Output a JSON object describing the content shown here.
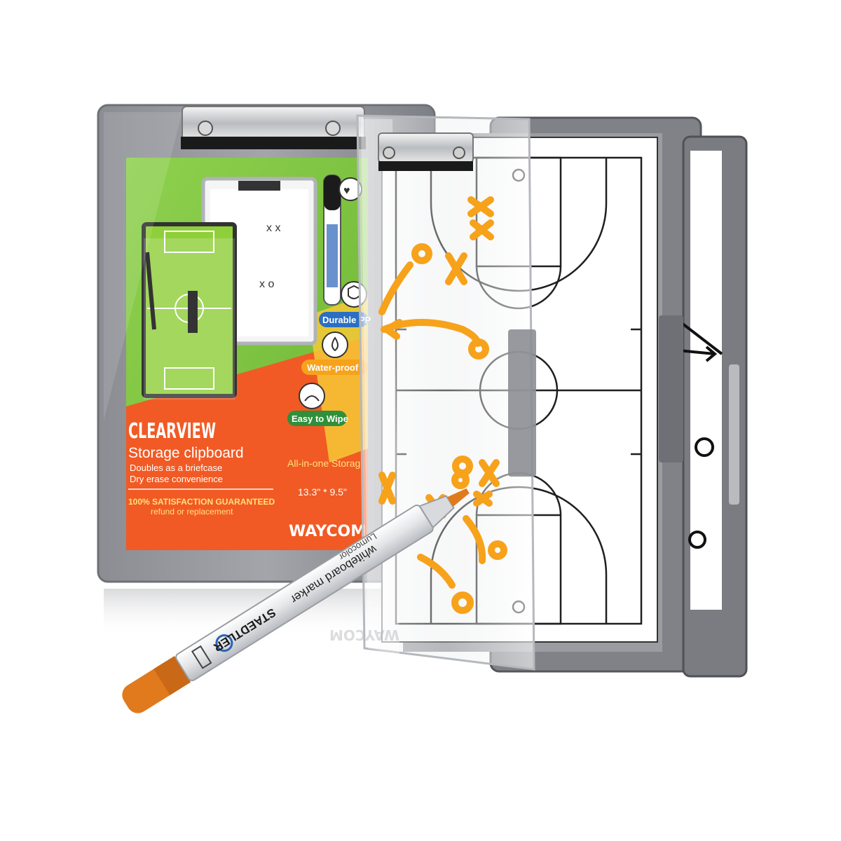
{
  "insert": {
    "brand_title": "CLEARVIEW",
    "subtitle": "Storage clipboard",
    "features": [
      "Doubles as a briefcase",
      "Dry erase convenience"
    ],
    "guarantee_line1": "100% SATISFACTION GUARANTEED",
    "guarantee_line2": "refund or replacement",
    "all_in_one": "All-in-one Storag",
    "dimensions": "13.3\" * 9.5\"",
    "brand_name": "WAYCOM",
    "badges": [
      "Durable PP",
      "Water-proof",
      "Easy to Wipe"
    ]
  },
  "marker": {
    "brand": "STAEDTLER",
    "product": "whiteboard marker",
    "line": "Lumocolor",
    "cap_color": "#e07a1c"
  },
  "colors": {
    "clipboard_gray": "#7d7f86",
    "insert_green": "#7cc242",
    "insert_orange": "#f15a24",
    "strategy_orange": "#f7a21b",
    "court_line": "#222222"
  },
  "icons": [
    "binder-clip-icon",
    "heart-gift-icon",
    "shield-icon",
    "water-drop-icon",
    "wipe-icon"
  ]
}
